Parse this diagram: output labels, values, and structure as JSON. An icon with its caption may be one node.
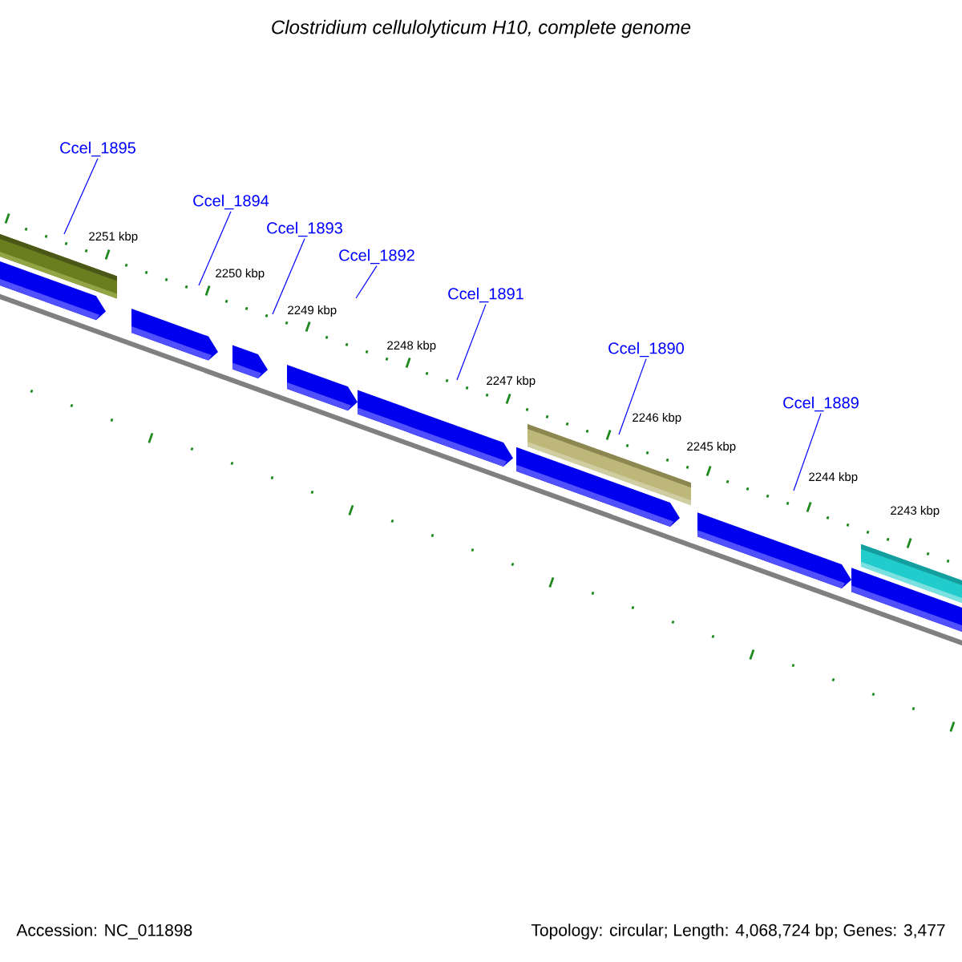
{
  "diagram": {
    "title": "Clostridium cellulolyticum H10, complete genome",
    "nodes": [
      {
        "text": [
          "Ccel_1895"
        ]
      },
      {
        "text": [
          "Ccel_1894"
        ]
      },
      {
        "text": [
          "Ccel_1893"
        ]
      },
      {
        "text": [
          "Ccel_1892"
        ]
      },
      {
        "text": [
          "Ccel_1891"
        ]
      },
      {
        "text": [
          "Ccel_1890"
        ]
      },
      {
        "text": [
          "Ccel_1889"
        ]
      }
    ],
    "edges": [
      {
        "from": 0,
        "to": null,
        "arrow": "none"
      },
      {
        "from": 1,
        "to": null,
        "arrow": "none"
      },
      {
        "from": 2,
        "to": null,
        "arrow": "none"
      },
      {
        "from": 3,
        "to": null,
        "arrow": "none"
      },
      {
        "from": 4,
        "to": null,
        "arrow": "none"
      },
      {
        "from": 5,
        "to": null,
        "arrow": "none"
      },
      {
        "from": 6,
        "to": null,
        "arrow": "none"
      }
    ],
    "labels": [
      "2251 kbp",
      "2250 kbp",
      "2249 kbp",
      "2248 kbp",
      "2247 kbp",
      "2246 kbp",
      "2245 kbp",
      "2244 kbp",
      "2243 kbp",
      "Accession: NC_011898",
      "Topology: circular; Length: 4,068,724 bp; Genes: 3,477"
    ]
  }
}
